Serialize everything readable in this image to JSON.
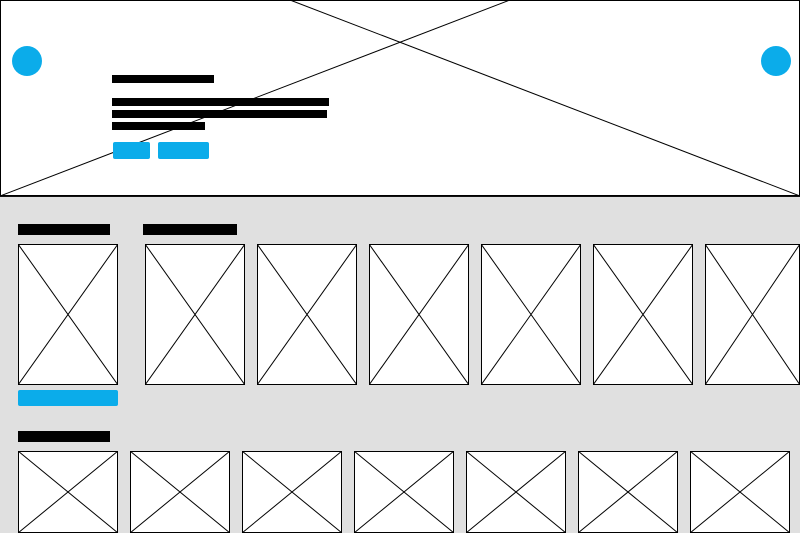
{
  "colors": {
    "accent": "#0bacea",
    "text_block": "#000000",
    "section_background": "#e0e0e0",
    "placeholder_stroke": "#000000"
  },
  "hero": {
    "image": "image-placeholder-icon",
    "prev_control": "circle-icon",
    "next_control": "circle-icon",
    "buttons": [
      {
        "icon": "button-placeholder"
      },
      {
        "icon": "button-placeholder"
      }
    ]
  },
  "rows": [
    {
      "tiles": 7,
      "has_button": true
    },
    {
      "tiles": 7,
      "has_button": false
    }
  ]
}
